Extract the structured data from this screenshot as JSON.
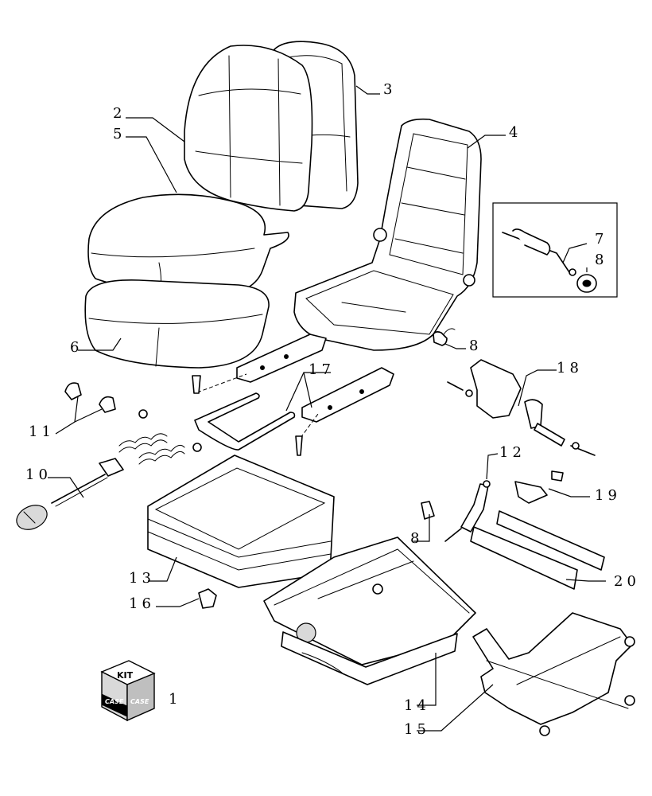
{
  "diagram": {
    "type": "exploded-parts-view",
    "callouts": {
      "c1": "1",
      "c2": "2",
      "c3": "3",
      "c4": "4",
      "c5": "5",
      "c6": "6",
      "c7": "7",
      "c8a": "8",
      "c8b": "8",
      "c8c": "8",
      "c10": "10",
      "c11": "11",
      "c12": "12",
      "c13": "13",
      "c14": "14",
      "c15": "15",
      "c16": "16",
      "c17": "17",
      "c18": "18",
      "c19": "19",
      "c20": "20"
    },
    "kit_badge": {
      "text": "KIT",
      "brand_left": "CASE",
      "brand_right": "CASE"
    },
    "icons": [
      "seat-backrest",
      "seat-cushion",
      "seat-frame",
      "kit-box"
    ],
    "colors": {
      "line": "#000000",
      "background": "#ffffff",
      "shading": "#d9d9d9"
    }
  }
}
